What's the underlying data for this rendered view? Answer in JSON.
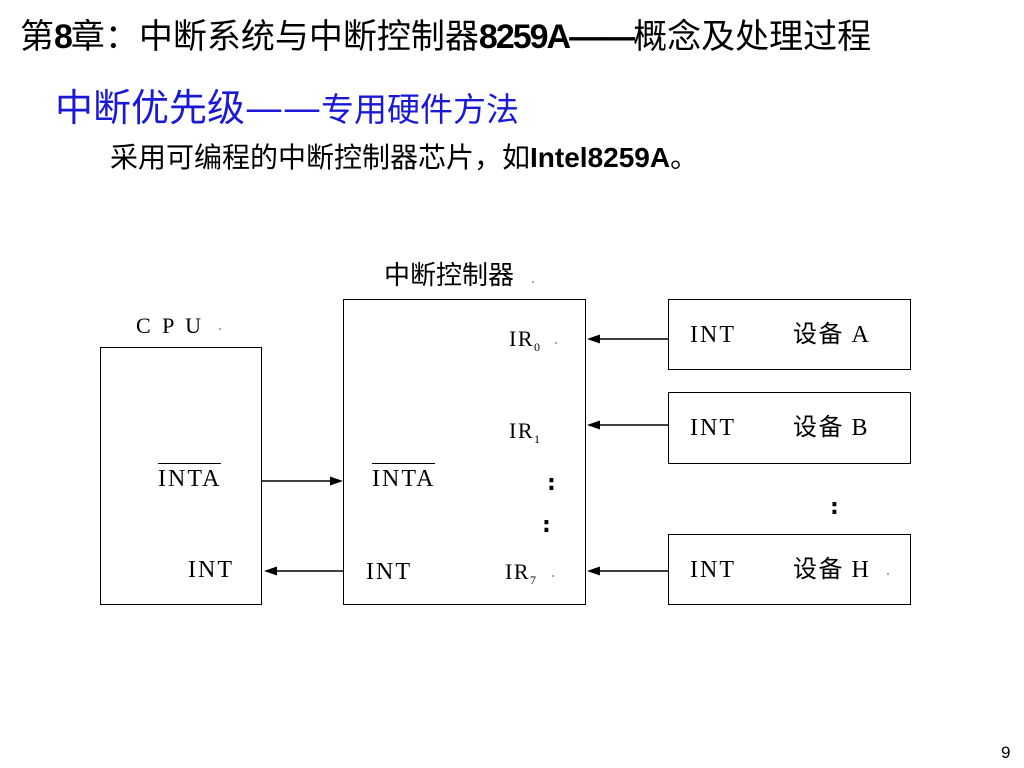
{
  "slide": {
    "title": {
      "part1": "第",
      "chapter": "8",
      "part2": "章：中断系统与中断控制器",
      "chip": "8259A——",
      "part3": "概念及处理过程"
    },
    "subtitle": {
      "main": "中断优先级——",
      "detail": "专用硬件方法"
    },
    "body": {
      "lead": "采用可编程的中断控制器芯片，如",
      "chip": "Intel8259A",
      "end": "。"
    },
    "page_number": "9"
  },
  "diagram": {
    "cpu": {
      "label": "C P U",
      "inta": "INTA",
      "int": "INT"
    },
    "controller": {
      "label": "中断控制器",
      "inta": "INTA",
      "int": "INT",
      "ir_inputs": [
        {
          "name": "IR",
          "index": "0"
        },
        {
          "name": "IR",
          "index": "1"
        },
        {
          "name": "IR",
          "index": "7"
        }
      ],
      "ellipsis": [
        ":",
        ":"
      ]
    },
    "devices": [
      {
        "int": "INT",
        "name": "设备 A"
      },
      {
        "int": "INT",
        "name": "设备 B"
      },
      {
        "int": "INT",
        "name": "设备 H"
      }
    ],
    "device_ellipsis": ":"
  },
  "colors": {
    "text": "#000000",
    "subtitle": "#1a1ad6",
    "background": "#ffffff"
  }
}
